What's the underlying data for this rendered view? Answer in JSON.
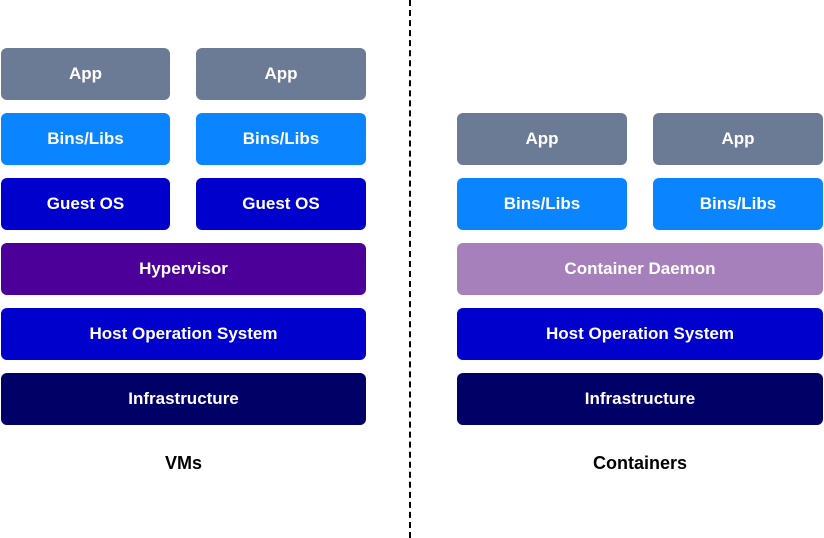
{
  "colors": {
    "app": "#6B7B96",
    "bins_libs": "#0A84FF",
    "guest_os": "#0000CC",
    "hypervisor": "#4C0099",
    "container_daemon": "#A680BA",
    "host_os": "#0000CC",
    "infrastructure": "#000066"
  },
  "vms": {
    "app_left": "App",
    "app_right": "App",
    "bins_left": "Bins/Libs",
    "bins_right": "Bins/Libs",
    "guest_os_left": "Guest OS",
    "guest_os_right": "Guest OS",
    "hypervisor": "Hypervisor",
    "host_os": "Host Operation System",
    "infrastructure": "Infrastructure",
    "caption": "VMs"
  },
  "containers": {
    "app_left": "App",
    "app_right": "App",
    "bins_left": "Bins/Libs",
    "bins_right": "Bins/Libs",
    "daemon": "Container Daemon",
    "host_os": "Host Operation System",
    "infrastructure": "Infrastructure",
    "caption": "Containers"
  }
}
